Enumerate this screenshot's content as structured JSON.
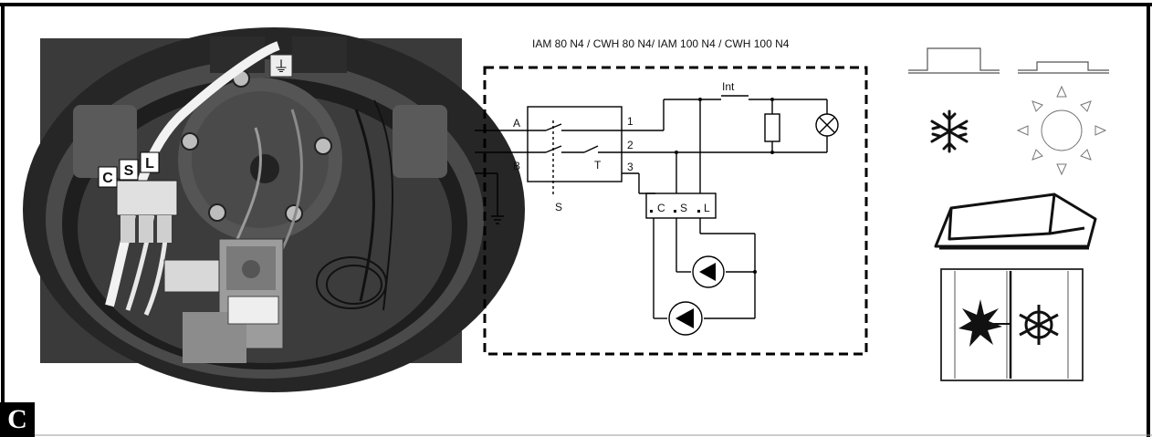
{
  "diagram": {
    "title": "IAM 80 N4  / CWH 80 N4/ IAM 100 N4 / CWH 100 N4",
    "nodes": {
      "input_a": "A",
      "input_b": "B",
      "terminal_1": "1",
      "terminal_2": "2",
      "terminal_3": "3",
      "switch_s": "S",
      "thermostat_t": "T",
      "interrupter": "Int",
      "block_c": "C",
      "block_s": "S",
      "block_l": "L"
    }
  },
  "photo": {
    "labels": [
      "C",
      "S",
      "L"
    ],
    "ground_symbol": "⏚"
  },
  "section": {
    "badge": "C"
  }
}
